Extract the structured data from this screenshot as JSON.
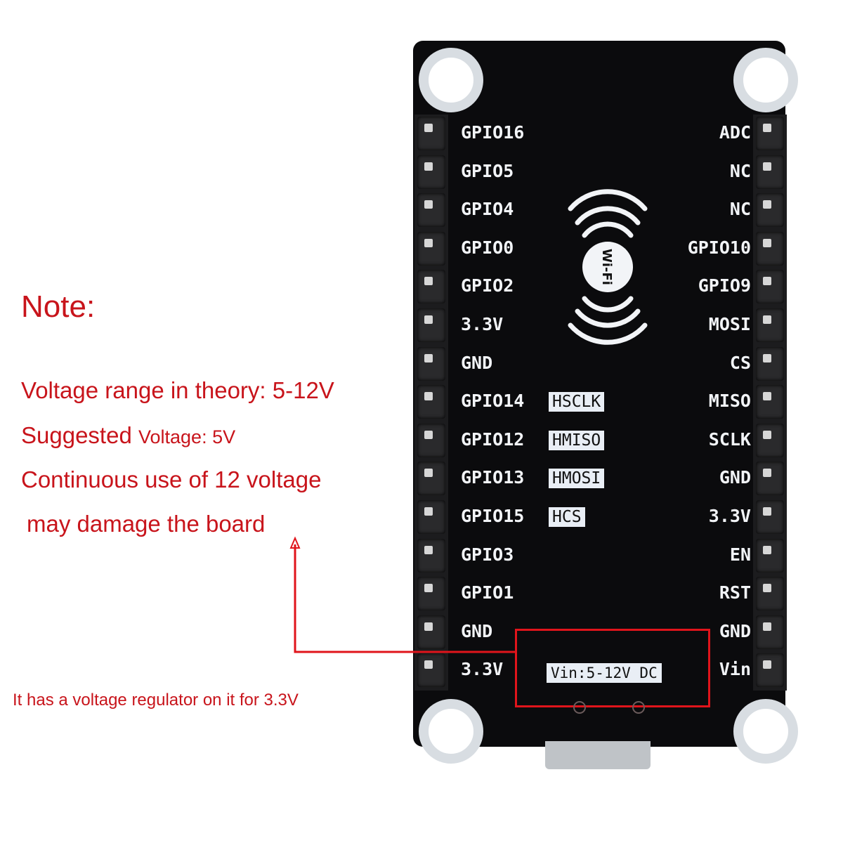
{
  "board": {
    "left_pins": [
      "GPIO16",
      "GPIO5",
      "GPIO4",
      "GPIO0",
      "GPIO2",
      "3.3V",
      "GND",
      "GPIO14",
      "GPIO12",
      "GPIO13",
      "GPIO15",
      "GPIO3",
      "GPIO1",
      "GND",
      "3.3V"
    ],
    "right_pins": [
      "ADC",
      "NC",
      "NC",
      "GPIO10",
      "GPIO9",
      "MOSI",
      "CS",
      "MISO",
      "SCLK",
      "GND",
      "3.3V",
      "EN",
      "RST",
      "GND",
      "Vin"
    ],
    "spi_tags": [
      "HSCLK",
      "HMISO",
      "HMOSI",
      "HCS"
    ],
    "wifi_logo": "Wi-Fi",
    "vin_label": "Vin:5-12V DC"
  },
  "notes": {
    "title": "Note:",
    "line1": "Voltage range in theory: 5-12V",
    "line2a": "Suggested",
    "line2b": "Voltage: 5V",
    "line3": "Continuous use of 12 voltage",
    "line4": "may damage the board",
    "regulator": "It has a voltage regulator on it for 3.3V"
  },
  "colors": {
    "note_red": "#c8141b",
    "highlight_red": "#e0141b",
    "pcb": "#0b0b0d"
  }
}
